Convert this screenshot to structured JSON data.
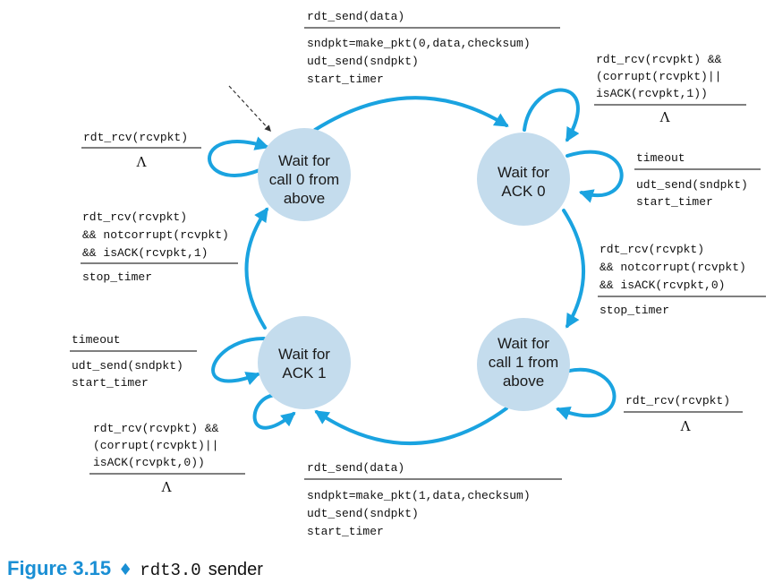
{
  "states": {
    "wait_call0": [
      "Wait for",
      "call 0 from",
      "above"
    ],
    "wait_ack0": [
      "Wait for",
      "ACK 0"
    ],
    "wait_ack1": [
      "Wait for",
      "ACK 1"
    ],
    "wait_call1": [
      "Wait for",
      "call 1 from",
      "above"
    ]
  },
  "transitions": {
    "send0": {
      "event": [
        "rdt_send(data)"
      ],
      "actions": [
        "sndpkt=make_pkt(0,data,checksum)",
        "udt_send(sndpkt)",
        "start_timer"
      ]
    },
    "ack0_bad": {
      "event": [
        "rdt_rcv(rcvpkt) &&",
        "(corrupt(rcvpkt)||",
        "isACK(rcvpkt,1))"
      ],
      "actions": [
        "Λ"
      ]
    },
    "timeout0": {
      "event": [
        "timeout"
      ],
      "actions": [
        "udt_send(sndpkt)",
        "start_timer"
      ]
    },
    "ack0_good": {
      "event": [
        "rdt_rcv(rcvpkt)",
        "&& notcorrupt(rcvpkt)",
        "&& isACK(rcvpkt,0)"
      ],
      "actions": [
        "stop_timer"
      ]
    },
    "call1_self": {
      "event": [
        "rdt_rcv(rcvpkt)"
      ],
      "actions": [
        "Λ"
      ]
    },
    "send1": {
      "event": [
        "rdt_send(data)"
      ],
      "actions": [
        "sndpkt=make_pkt(1,data,checksum)",
        "udt_send(sndpkt)",
        "start_timer"
      ]
    },
    "ack1_bad": {
      "event": [
        "rdt_rcv(rcvpkt) &&",
        "(corrupt(rcvpkt)||",
        "isACK(rcvpkt,0))"
      ],
      "actions": [
        "Λ"
      ]
    },
    "timeout1": {
      "event": [
        "timeout"
      ],
      "actions": [
        "udt_send(sndpkt)",
        "start_timer"
      ]
    },
    "ack1_good": {
      "event": [
        "rdt_rcv(rcvpkt)",
        "&& notcorrupt(rcvpkt)",
        "&& isACK(rcvpkt,1)"
      ],
      "actions": [
        "stop_timer"
      ]
    },
    "call0_self": {
      "event": [
        "rdt_rcv(rcvpkt)"
      ],
      "actions": [
        "Λ"
      ]
    }
  },
  "caption": {
    "figure": "Figure 3.15",
    "separator": "♦",
    "code": "rdt3.0",
    "text": "sender"
  },
  "colors": {
    "arc": "#1aa3e0",
    "state_fill": "#c4dced",
    "caption_accent": "#1a8fd4"
  }
}
